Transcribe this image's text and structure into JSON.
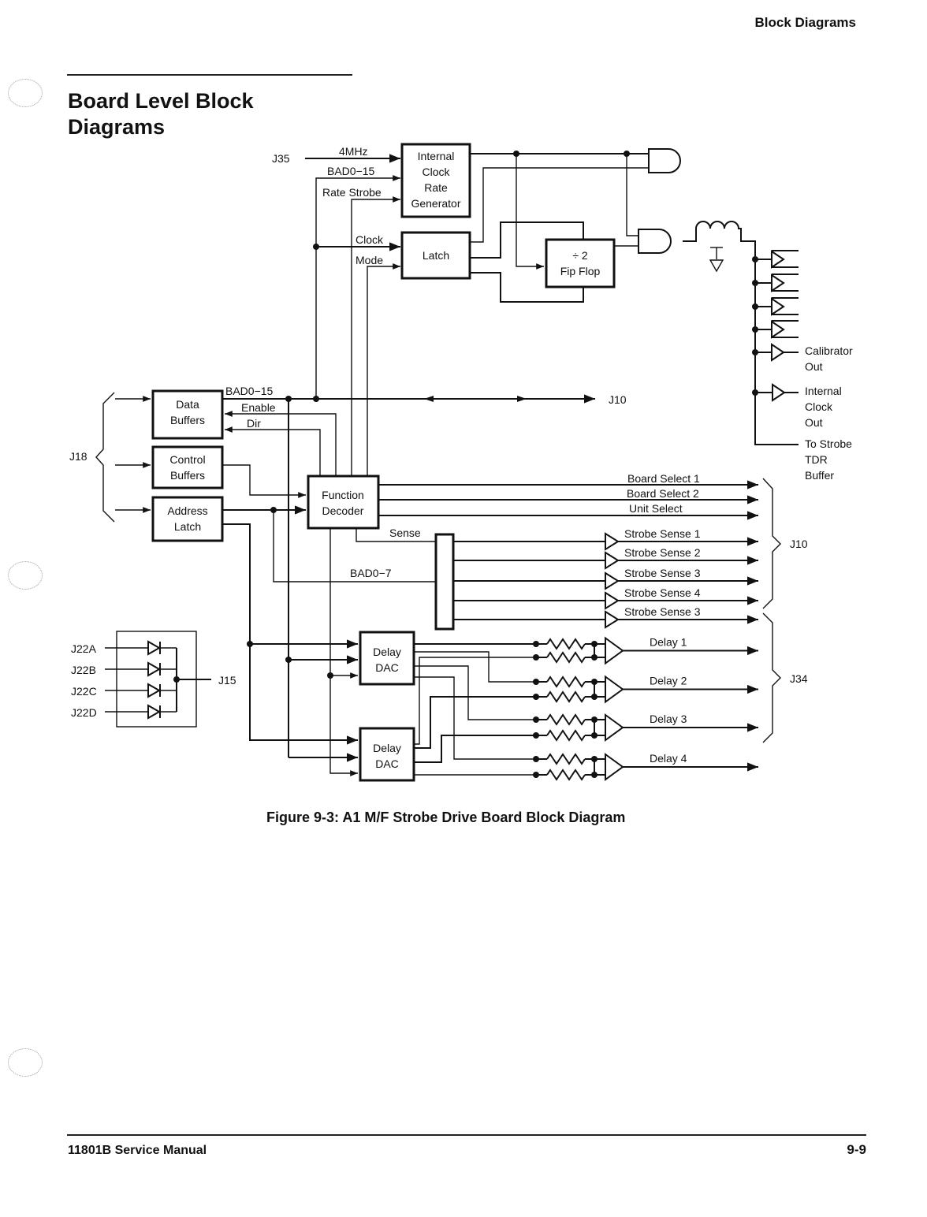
{
  "page": {
    "running_head": "Block Diagrams",
    "section_title_line1": "Board Level Block",
    "section_title_line2": "Diagrams",
    "figure_caption": "Figure 9-3:  A1 M/F Strobe Drive Board Block Diagram",
    "footer_left": "11801B Service Manual",
    "footer_right": "9-9"
  },
  "diagram": {
    "blocks": {
      "clock_gen": [
        "Internal",
        "Clock",
        "Rate",
        "Generator"
      ],
      "latch": "Latch",
      "flip_flop": [
        "÷ 2",
        "Fip Flop"
      ],
      "data_buffers": [
        "Data",
        "Buffers"
      ],
      "control_buffers": [
        "Control",
        "Buffers"
      ],
      "address_latch": [
        "Address",
        "Latch"
      ],
      "function_decoder": [
        "Function",
        "Decoder"
      ],
      "delay_dac_1": [
        "Delay",
        "DAC"
      ],
      "delay_dac_2": [
        "Delay",
        "DAC"
      ]
    },
    "signals": {
      "j35": "J35",
      "mhz": "4MHz",
      "bad0_15_top": "BAD0−15",
      "rate_strobe": "Rate Strobe",
      "clock": "Clock",
      "mode": "Mode",
      "bad0_15_bus": "BAD0−15",
      "enable": "Enable",
      "dir": "Dir",
      "j10_bus": "J10",
      "j18": "J18",
      "sense": "Sense",
      "bad0_7": "BAD0−7",
      "j15": "J15",
      "j22": [
        "J22A",
        "J22B",
        "J22C",
        "J22D"
      ]
    },
    "decoder_outputs": [
      "Board Select 1",
      "Board Select 2",
      "Unit Select"
    ],
    "strobe_sense": [
      "Strobe Sense 1",
      "Strobe Sense 2",
      "Strobe Sense 3",
      "Strobe Sense 4",
      "Strobe Sense 3"
    ],
    "j10_group": "J10",
    "delays": [
      "Delay 1",
      "Delay 2",
      "Delay 3",
      "Delay 4"
    ],
    "j34_group": "J34",
    "outputs": {
      "calibrator": [
        "Calibrator",
        "Out"
      ],
      "internal_clock": [
        "Internal",
        "Clock",
        "Out"
      ],
      "to_strobe": [
        "To Strobe",
        "TDR",
        "Buffer"
      ]
    }
  }
}
